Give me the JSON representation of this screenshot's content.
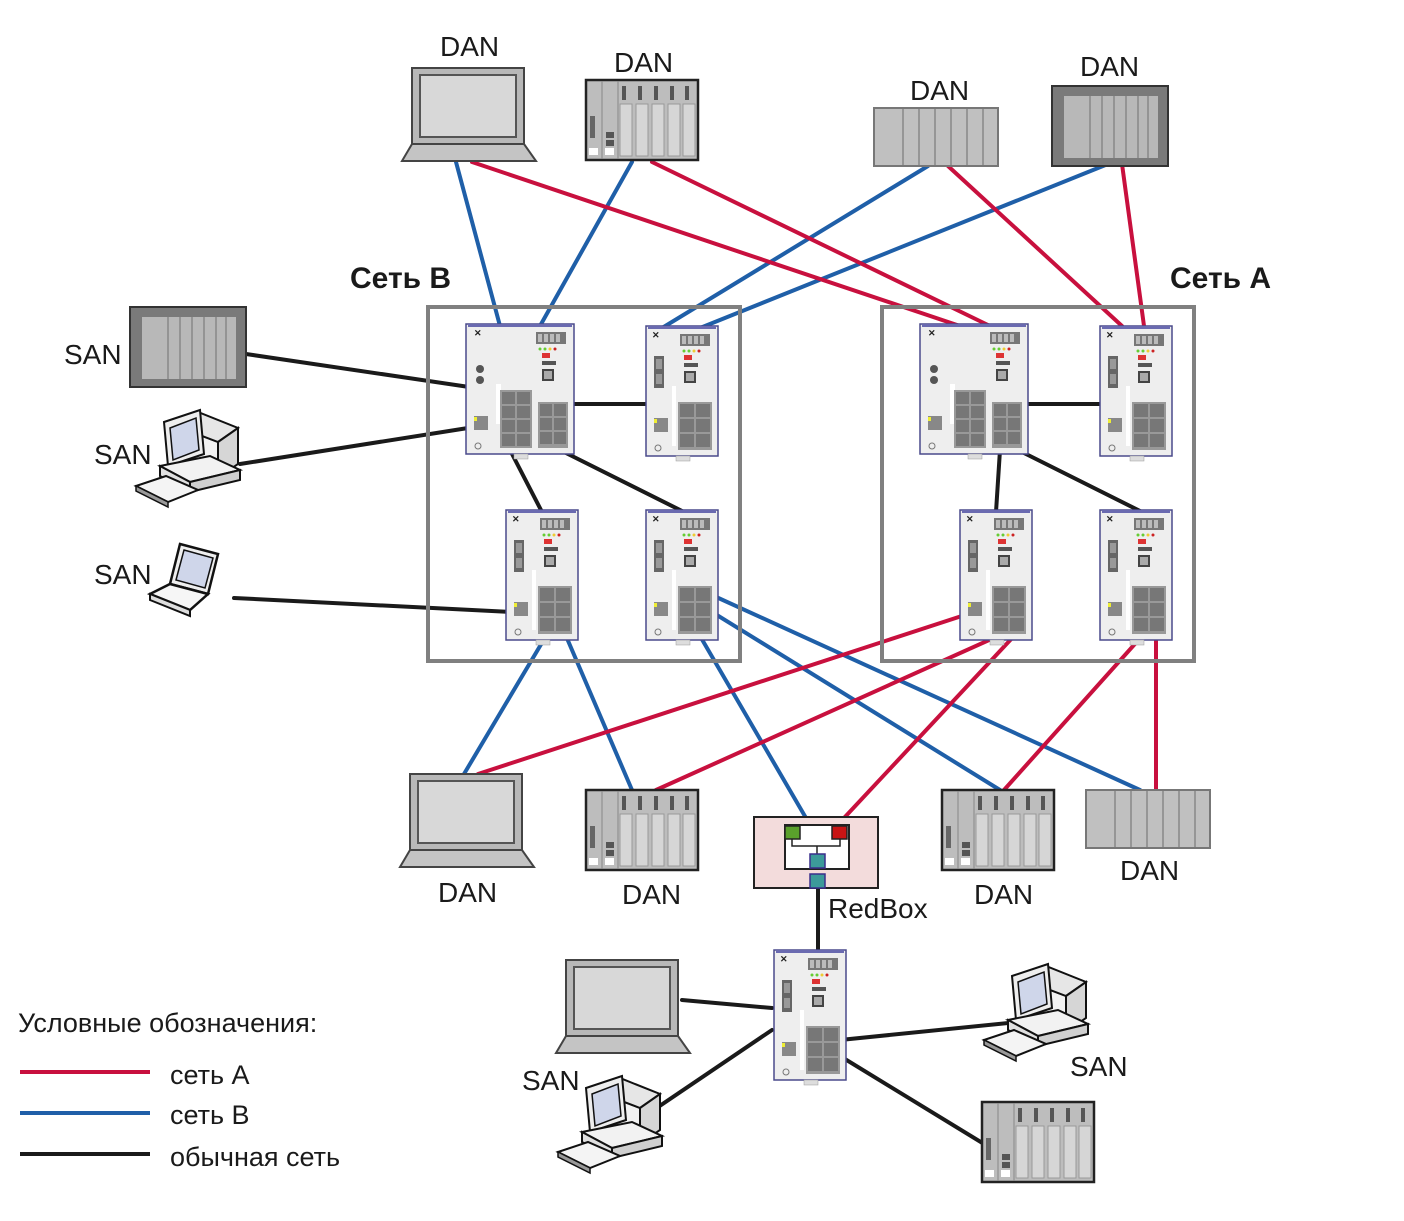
{
  "colors": {
    "network_a": "#c8103e",
    "network_b": "#1f5fa8",
    "normal": "#1a1a1a",
    "group_border": "#808080",
    "switch_border": "#4a4a8c",
    "redbox_fill": "#f3dcdc",
    "port_green": "#5aa02c",
    "port_red": "#c81414",
    "port_teal": "#3c9a9a"
  },
  "networks": [
    {
      "id": "net-b",
      "label": "Сеть B"
    },
    {
      "id": "net-a",
      "label": "Сеть A"
    }
  ],
  "nodes": [
    {
      "id": "dan-top-laptop",
      "type": "laptop",
      "label": "DAN"
    },
    {
      "id": "dan-top-plc",
      "type": "plc-rack",
      "label": "DAN"
    },
    {
      "id": "dan-top-io",
      "type": "io-rack",
      "label": "DAN"
    },
    {
      "id": "dan-top-rack-dark",
      "type": "rack-dark",
      "label": "DAN"
    },
    {
      "id": "san-rack",
      "type": "rack-dark",
      "label": "SAN"
    },
    {
      "id": "san-desktop-left",
      "type": "desktop",
      "label": "SAN"
    },
    {
      "id": "san-laptop-left",
      "type": "laptop-small",
      "label": "SAN"
    },
    {
      "id": "dan-bottom-laptop",
      "type": "laptop",
      "label": "DAN"
    },
    {
      "id": "dan-bottom-plc1",
      "type": "plc-rack",
      "label": "DAN"
    },
    {
      "id": "redbox",
      "type": "redbox",
      "label": "RedBox"
    },
    {
      "id": "dan-bottom-plc2",
      "type": "plc-rack",
      "label": "DAN"
    },
    {
      "id": "dan-bottom-io",
      "type": "io-rack",
      "label": "DAN"
    },
    {
      "id": "san-bottom-laptop",
      "type": "laptop",
      "label": "SAN"
    },
    {
      "id": "san-bottom-desktop-left",
      "type": "desktop",
      "label": ""
    },
    {
      "id": "san-bottom-desktop-right",
      "type": "desktop",
      "label": "SAN"
    },
    {
      "id": "san-bottom-plc",
      "type": "plc-rack",
      "label": ""
    }
  ],
  "switches": [
    {
      "id": "sw-b1",
      "network": "B"
    },
    {
      "id": "sw-b2",
      "network": "B"
    },
    {
      "id": "sw-b3",
      "network": "B"
    },
    {
      "id": "sw-b4",
      "network": "B"
    },
    {
      "id": "sw-a1",
      "network": "A"
    },
    {
      "id": "sw-a2",
      "network": "A"
    },
    {
      "id": "sw-a3",
      "network": "A"
    },
    {
      "id": "sw-a4",
      "network": "A"
    },
    {
      "id": "sw-redbox-lan",
      "network": "normal"
    }
  ],
  "links": [
    {
      "from": "dan-top-laptop",
      "to": "sw-b1",
      "net": "B"
    },
    {
      "from": "dan-top-laptop",
      "to": "sw-a1",
      "net": "A"
    },
    {
      "from": "dan-top-plc",
      "to": "sw-b1",
      "net": "B"
    },
    {
      "from": "dan-top-plc",
      "to": "sw-a2",
      "net": "A"
    },
    {
      "from": "dan-top-io",
      "to": "sw-b2",
      "net": "B"
    },
    {
      "from": "dan-top-io",
      "to": "sw-a2",
      "net": "A"
    },
    {
      "from": "dan-top-rack-dark",
      "to": "sw-b2",
      "net": "B"
    },
    {
      "from": "dan-top-rack-dark",
      "to": "sw-a2",
      "net": "A"
    },
    {
      "from": "san-rack",
      "to": "sw-b1",
      "net": "normal"
    },
    {
      "from": "san-desktop-left",
      "to": "sw-b1",
      "net": "normal"
    },
    {
      "from": "san-laptop-left",
      "to": "sw-b3",
      "net": "normal"
    },
    {
      "from": "sw-b1",
      "to": "sw-b2",
      "net": "normal"
    },
    {
      "from": "sw-b1",
      "to": "sw-b3",
      "net": "normal"
    },
    {
      "from": "sw-b1",
      "to": "sw-b4",
      "net": "normal"
    },
    {
      "from": "sw-a1",
      "to": "sw-a2",
      "net": "normal"
    },
    {
      "from": "sw-a1",
      "to": "sw-a3",
      "net": "normal"
    },
    {
      "from": "sw-a1",
      "to": "sw-a4",
      "net": "normal"
    },
    {
      "from": "sw-b3",
      "to": "dan-bottom-laptop",
      "net": "B"
    },
    {
      "from": "sw-b3",
      "to": "dan-bottom-plc1",
      "net": "B"
    },
    {
      "from": "sw-b4",
      "to": "redbox",
      "net": "B"
    },
    {
      "from": "sw-b4",
      "to": "dan-bottom-plc2",
      "net": "B"
    },
    {
      "from": "sw-b4",
      "to": "dan-bottom-io",
      "net": "B"
    },
    {
      "from": "sw-a3",
      "to": "dan-bottom-laptop",
      "net": "A"
    },
    {
      "from": "sw-a3",
      "to": "dan-bottom-plc1",
      "net": "A"
    },
    {
      "from": "sw-a3",
      "to": "redbox",
      "net": "A"
    },
    {
      "from": "sw-a4",
      "to": "dan-bottom-plc2",
      "net": "A"
    },
    {
      "from": "sw-a4",
      "to": "dan-bottom-io",
      "net": "A"
    },
    {
      "from": "redbox",
      "to": "sw-redbox-lan",
      "net": "normal"
    },
    {
      "from": "sw-redbox-lan",
      "to": "san-bottom-laptop",
      "net": "normal"
    },
    {
      "from": "sw-redbox-lan",
      "to": "san-bottom-desktop-left",
      "net": "normal"
    },
    {
      "from": "sw-redbox-lan",
      "to": "san-bottom-desktop-right",
      "net": "normal"
    },
    {
      "from": "sw-redbox-lan",
      "to": "san-bottom-plc",
      "net": "normal"
    }
  ],
  "legend": {
    "title": "Условные обозначения:",
    "items": [
      {
        "key": "network_a",
        "label": "сеть A"
      },
      {
        "key": "network_b",
        "label": "сеть B"
      },
      {
        "key": "normal",
        "label": "обычная сеть"
      }
    ]
  }
}
